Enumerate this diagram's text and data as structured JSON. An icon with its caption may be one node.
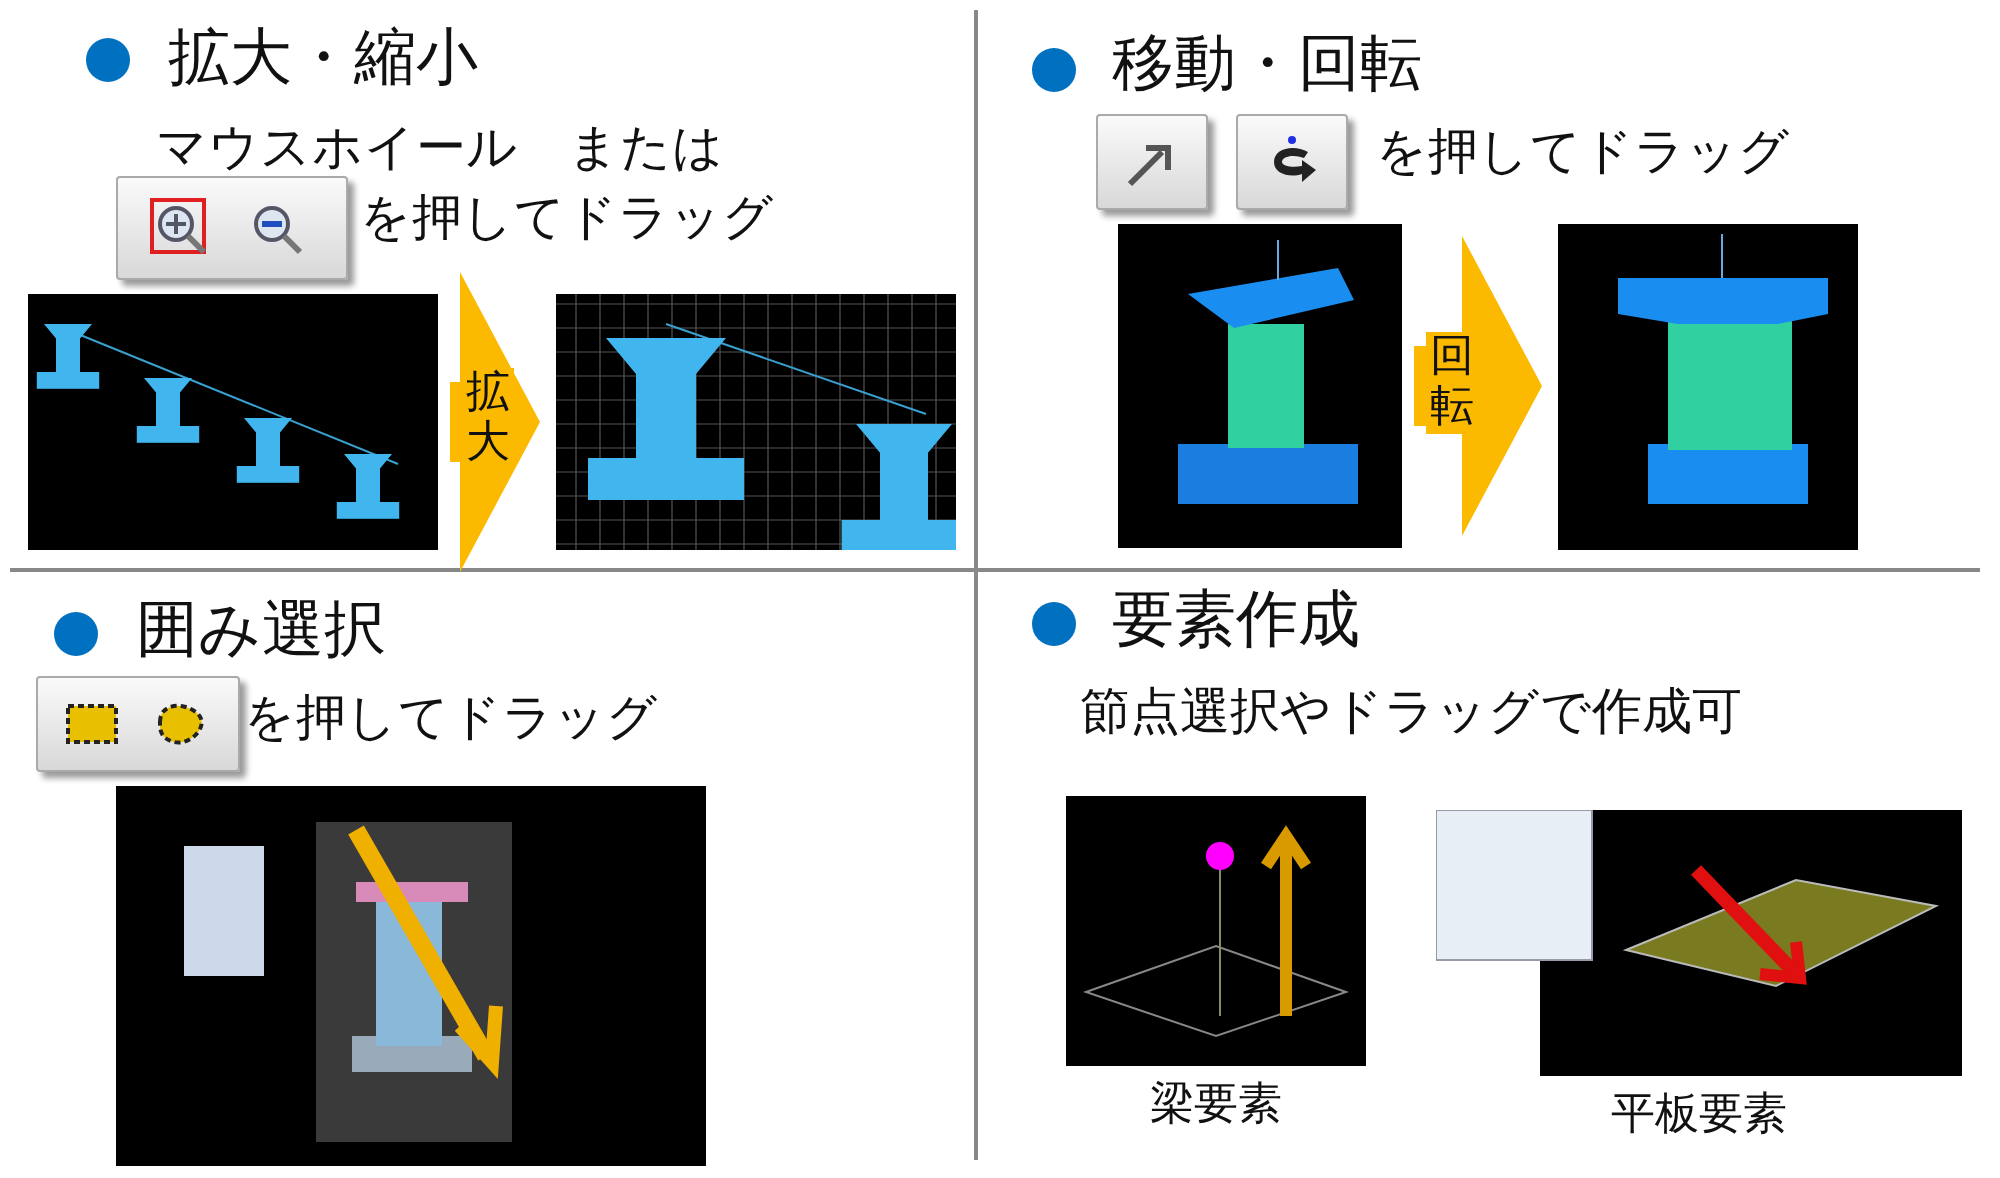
{
  "diagram": {
    "nodes": [
      {
        "text": [],
        "shape": "picture"
      },
      {
        "text": [],
        "shape": "picture"
      },
      {
        "text": [],
        "shape": "picture"
      },
      {
        "text": [],
        "shape": "picture"
      },
      {
        "text": [],
        "shape": "picture"
      },
      {
        "text": [],
        "shape": "picture",
        "beside": [
          "梁要素"
        ]
      },
      {
        "text": [],
        "shape": "picture",
        "beside": [
          "平板要素"
        ]
      }
    ],
    "edges": [
      {
        "from": 0,
        "to": 1,
        "arrow": "to",
        "label": "拡大"
      },
      {
        "from": 2,
        "to": 3,
        "arrow": "to",
        "label": "回転"
      }
    ],
    "labels": [
      "拡大・縮小",
      "マウスホイール　または",
      "を押してドラッグ",
      "移動・回転",
      "を押してドラッグ",
      "囲み選択",
      "を押してドラッグ",
      "要素作成",
      "節点選択やドラッグで作成可"
    ]
  }
}
